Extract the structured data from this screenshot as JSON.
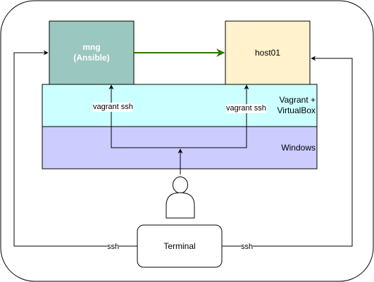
{
  "nodes": {
    "mng": {
      "line1": "mng",
      "line2": "(Ansible)"
    },
    "host01": {
      "label": "host01"
    },
    "vagrant_layer": {
      "line1": "Vagrant +",
      "line2": "VirtualBox"
    },
    "windows_layer": {
      "label": "Windows"
    },
    "terminal": {
      "label": "Terminal"
    }
  },
  "edges": {
    "vagrant_ssh_mng": "vagrant ssh",
    "vagrant_ssh_host": "vagrant ssh",
    "ssh_left": "ssh",
    "ssh_right": "ssh"
  },
  "colors": {
    "mng_fill": "#9AC7BF",
    "host_fill": "#FFF2CC",
    "vagrant_fill": "#CCFFFF",
    "windows_fill": "#CCCCFF",
    "green_arrow": "#2D7600",
    "stroke": "#000000"
  },
  "icons": {
    "person": "user-icon"
  }
}
